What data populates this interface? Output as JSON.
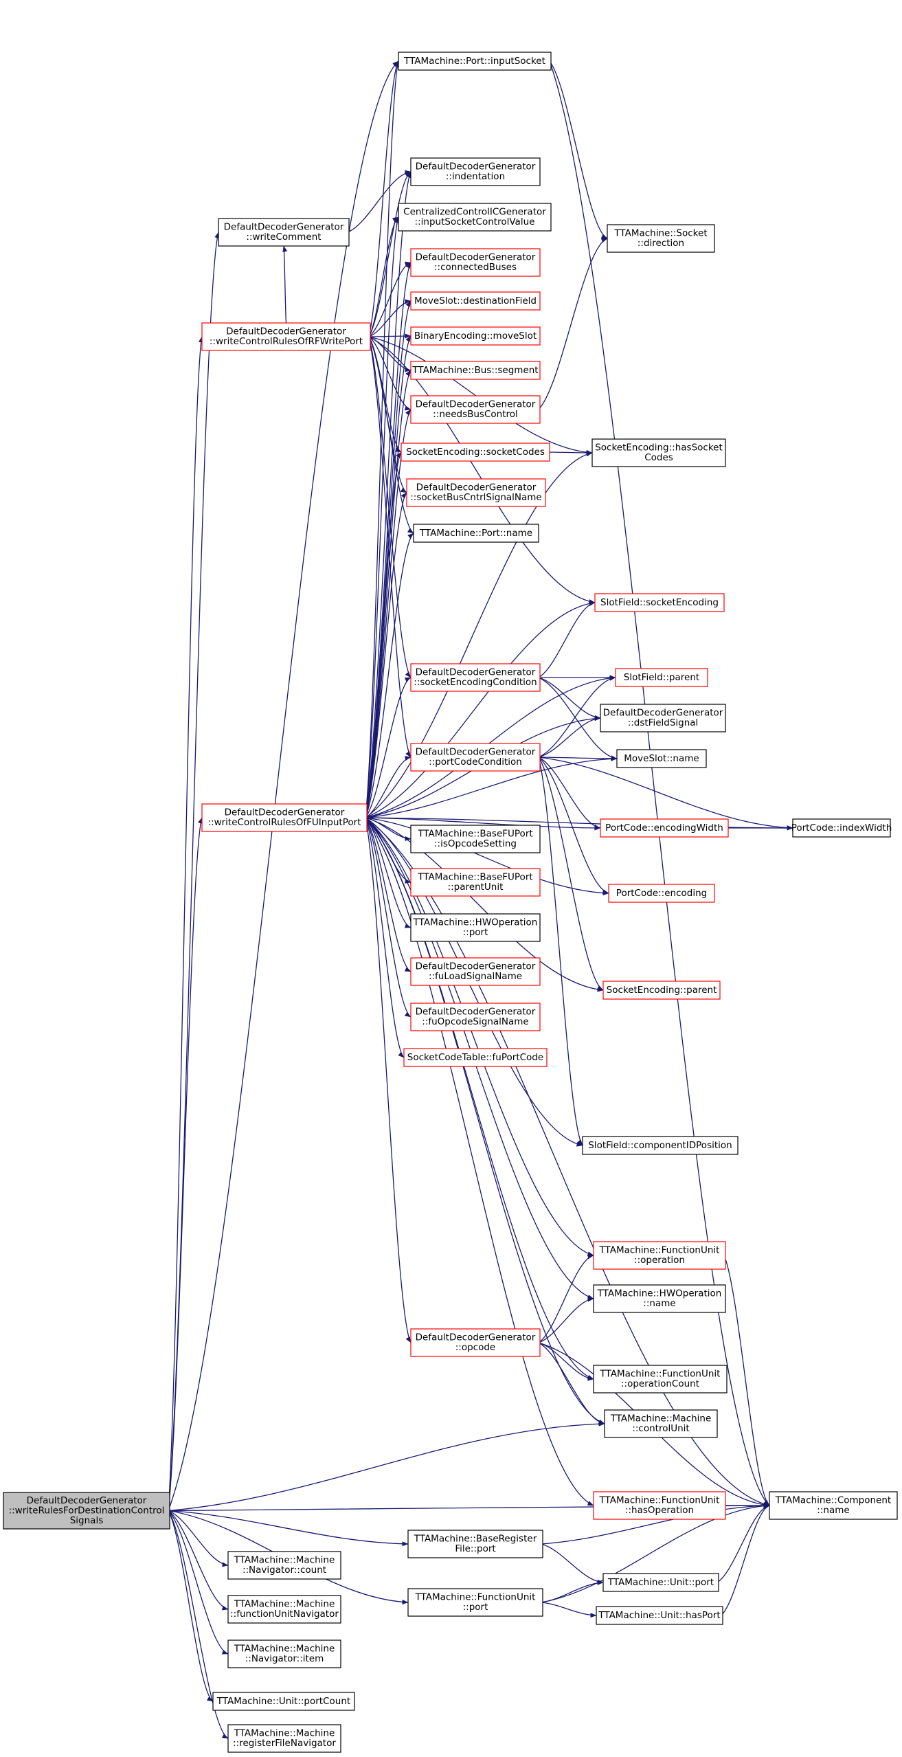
{
  "colors": {
    "edge": "#191970",
    "border_normal": "#000000",
    "border_truncated": "#ff0000",
    "root_fill": "#bfbfbf",
    "node_fill": "#ffffff"
  },
  "nodes": [
    {
      "id": "root",
      "lines": [
        "DefaultDecoderGenerator",
        "::writeRulesForDestinationControl",
        "Signals"
      ],
      "kind": "root"
    },
    {
      "id": "inputSocket",
      "lines": [
        "TTAMachine::Port::inputSocket"
      ],
      "kind": "normal"
    },
    {
      "id": "indentation",
      "lines": [
        "DefaultDecoderGenerator",
        "::indentation"
      ],
      "kind": "normal"
    },
    {
      "id": "writeComment",
      "lines": [
        "DefaultDecoderGenerator",
        "::writeComment"
      ],
      "kind": "normal"
    },
    {
      "id": "inputSocketCV",
      "lines": [
        "CentralizedControlICGenerator",
        "::inputSocketControlValue"
      ],
      "kind": "normal"
    },
    {
      "id": "connectedBuses",
      "lines": [
        "DefaultDecoderGenerator",
        "::connectedBuses"
      ],
      "kind": "truncated"
    },
    {
      "id": "socketDirection",
      "lines": [
        "TTAMachine::Socket",
        "::direction"
      ],
      "kind": "normal"
    },
    {
      "id": "destField",
      "lines": [
        "MoveSlot::destinationField"
      ],
      "kind": "truncated"
    },
    {
      "id": "wcrRF",
      "lines": [
        "DefaultDecoderGenerator",
        "::writeControlRulesOfRFWritePort"
      ],
      "kind": "truncated"
    },
    {
      "id": "moveSlot",
      "lines": [
        "BinaryEncoding::moveSlot"
      ],
      "kind": "truncated"
    },
    {
      "id": "busSegment",
      "lines": [
        "TTAMachine::Bus::segment"
      ],
      "kind": "truncated"
    },
    {
      "id": "needsBus",
      "lines": [
        "DefaultDecoderGenerator",
        "::needsBusControl"
      ],
      "kind": "truncated"
    },
    {
      "id": "socketCodes",
      "lines": [
        "SocketEncoding::socketCodes"
      ],
      "kind": "truncated"
    },
    {
      "id": "hasSocketCodes",
      "lines": [
        "SocketEncoding::hasSocket",
        "Codes"
      ],
      "kind": "normal"
    },
    {
      "id": "socketBusSig",
      "lines": [
        "DefaultDecoderGenerator",
        "::socketBusCntrlSignalName"
      ],
      "kind": "truncated"
    },
    {
      "id": "portName",
      "lines": [
        "TTAMachine::Port::name"
      ],
      "kind": "normal"
    },
    {
      "id": "slotSocketEnc",
      "lines": [
        "SlotField::socketEncoding"
      ],
      "kind": "truncated"
    },
    {
      "id": "sockEncCond",
      "lines": [
        "DefaultDecoderGenerator",
        "::socketEncodingCondition"
      ],
      "kind": "truncated"
    },
    {
      "id": "slotParent",
      "lines": [
        "SlotField::parent"
      ],
      "kind": "truncated"
    },
    {
      "id": "dstFieldSignal",
      "lines": [
        "DefaultDecoderGenerator",
        "::dstFieldSignal"
      ],
      "kind": "normal"
    },
    {
      "id": "portCodeCond",
      "lines": [
        "DefaultDecoderGenerator",
        "::portCodeCondition"
      ],
      "kind": "truncated"
    },
    {
      "id": "moveSlotName",
      "lines": [
        "MoveSlot::name"
      ],
      "kind": "normal"
    },
    {
      "id": "wcrFU",
      "lines": [
        "DefaultDecoderGenerator",
        "::writeControlRulesOfFUInputPort"
      ],
      "kind": "truncated"
    },
    {
      "id": "encWidth",
      "lines": [
        "PortCode::encodingWidth"
      ],
      "kind": "truncated"
    },
    {
      "id": "indexWidth",
      "lines": [
        "PortCode::indexWidth"
      ],
      "kind": "normal"
    },
    {
      "id": "isOpcodeSetting",
      "lines": [
        "TTAMachine::BaseFUPort",
        "::isOpcodeSetting"
      ],
      "kind": "normal"
    },
    {
      "id": "parentUnit",
      "lines": [
        "TTAMachine::BaseFUPort",
        "::parentUnit"
      ],
      "kind": "truncated"
    },
    {
      "id": "portCodeEnc",
      "lines": [
        "PortCode::encoding"
      ],
      "kind": "truncated"
    },
    {
      "id": "hwOpPort",
      "lines": [
        "TTAMachine::HWOperation",
        "::port"
      ],
      "kind": "normal"
    },
    {
      "id": "fuLoadSig",
      "lines": [
        "DefaultDecoderGenerator",
        "::fuLoadSignalName"
      ],
      "kind": "truncated"
    },
    {
      "id": "sockEncParent",
      "lines": [
        "SocketEncoding::parent"
      ],
      "kind": "truncated"
    },
    {
      "id": "fuOpcodeSig",
      "lines": [
        "DefaultDecoderGenerator",
        "::fuOpcodeSignalName"
      ],
      "kind": "truncated"
    },
    {
      "id": "fuPortCode",
      "lines": [
        "SocketCodeTable::fuPortCode"
      ],
      "kind": "truncated"
    },
    {
      "id": "compIDPos",
      "lines": [
        "SlotField::componentIDPosition"
      ],
      "kind": "normal"
    },
    {
      "id": "fuOperation",
      "lines": [
        "TTAMachine::FunctionUnit",
        "::operation"
      ],
      "kind": "truncated"
    },
    {
      "id": "hwOpName",
      "lines": [
        "TTAMachine::HWOperation",
        "::name"
      ],
      "kind": "normal"
    },
    {
      "id": "opcode",
      "lines": [
        "DefaultDecoderGenerator",
        "::opcode"
      ],
      "kind": "truncated"
    },
    {
      "id": "opCount",
      "lines": [
        "TTAMachine::FunctionUnit",
        "::operationCount"
      ],
      "kind": "normal"
    },
    {
      "id": "controlUnit",
      "lines": [
        "TTAMachine::Machine",
        "::controlUnit"
      ],
      "kind": "normal"
    },
    {
      "id": "hasOperation",
      "lines": [
        "TTAMachine::FunctionUnit",
        "::hasOperation"
      ],
      "kind": "truncated"
    },
    {
      "id": "compName",
      "lines": [
        "TTAMachine::Component",
        "::name"
      ],
      "kind": "normal"
    },
    {
      "id": "brfPort",
      "lines": [
        "TTAMachine::BaseRegister",
        "File::port"
      ],
      "kind": "normal"
    },
    {
      "id": "navCount",
      "lines": [
        "TTAMachine::Machine",
        "::Navigator::count"
      ],
      "kind": "normal"
    },
    {
      "id": "unitPort",
      "lines": [
        "TTAMachine::Unit::port"
      ],
      "kind": "normal"
    },
    {
      "id": "fuPort",
      "lines": [
        "TTAMachine::FunctionUnit",
        "::port"
      ],
      "kind": "normal"
    },
    {
      "id": "funcUnitNav",
      "lines": [
        "TTAMachine::Machine",
        "::functionUnitNavigator"
      ],
      "kind": "normal"
    },
    {
      "id": "unitHasPort",
      "lines": [
        "TTAMachine::Unit::hasPort"
      ],
      "kind": "normal"
    },
    {
      "id": "navItem",
      "lines": [
        "TTAMachine::Machine",
        "::Navigator::item"
      ],
      "kind": "normal"
    },
    {
      "id": "portCount",
      "lines": [
        "TTAMachine::Unit::portCount"
      ],
      "kind": "normal"
    },
    {
      "id": "regFileNav",
      "lines": [
        "TTAMachine::Machine",
        "::registerFileNavigator"
      ],
      "kind": "normal"
    }
  ],
  "edges": [
    [
      "root",
      "wcrRF"
    ],
    [
      "root",
      "wcrFU"
    ],
    [
      "root",
      "writeComment"
    ],
    [
      "root",
      "inputSocket"
    ],
    [
      "root",
      "compName"
    ],
    [
      "root",
      "controlUnit"
    ],
    [
      "root",
      "brfPort"
    ],
    [
      "root",
      "fuPort"
    ],
    [
      "root",
      "navCount"
    ],
    [
      "root",
      "funcUnitNav"
    ],
    [
      "root",
      "navItem"
    ],
    [
      "root",
      "portCount"
    ],
    [
      "root",
      "regFileNav"
    ],
    [
      "writeComment",
      "indentation"
    ],
    [
      "wcrRF",
      "writeComment"
    ],
    [
      "wcrRF",
      "inputSocket"
    ],
    [
      "wcrRF",
      "indentation"
    ],
    [
      "wcrRF",
      "inputSocketCV"
    ],
    [
      "wcrRF",
      "connectedBuses"
    ],
    [
      "wcrRF",
      "destField"
    ],
    [
      "wcrRF",
      "moveSlot"
    ],
    [
      "wcrRF",
      "busSegment"
    ],
    [
      "wcrRF",
      "needsBus"
    ],
    [
      "wcrRF",
      "socketCodes"
    ],
    [
      "wcrRF",
      "socketBusSig"
    ],
    [
      "wcrRF",
      "portName"
    ],
    [
      "wcrRF",
      "sockEncCond"
    ],
    [
      "wcrRF",
      "portCodeCond"
    ],
    [
      "wcrRF",
      "slotSocketEnc"
    ],
    [
      "wcrRF",
      "hasSocketCodes"
    ],
    [
      "inputSocket",
      "socketDirection"
    ],
    [
      "needsBus",
      "socketDirection"
    ],
    [
      "socketCodes",
      "hasSocketCodes"
    ],
    [
      "wcrFU",
      "inputSocket"
    ],
    [
      "wcrFU",
      "indentation"
    ],
    [
      "wcrFU",
      "inputSocketCV"
    ],
    [
      "wcrFU",
      "connectedBuses"
    ],
    [
      "wcrFU",
      "destField"
    ],
    [
      "wcrFU",
      "moveSlot"
    ],
    [
      "wcrFU",
      "busSegment"
    ],
    [
      "wcrFU",
      "needsBus"
    ],
    [
      "wcrFU",
      "socketCodes"
    ],
    [
      "wcrFU",
      "socketBusSig"
    ],
    [
      "wcrFU",
      "portName"
    ],
    [
      "wcrFU",
      "hasSocketCodes"
    ],
    [
      "wcrFU",
      "slotSocketEnc"
    ],
    [
      "wcrFU",
      "sockEncCond"
    ],
    [
      "wcrFU",
      "slotParent"
    ],
    [
      "wcrFU",
      "dstFieldSignal"
    ],
    [
      "wcrFU",
      "portCodeCond"
    ],
    [
      "wcrFU",
      "encWidth"
    ],
    [
      "wcrFU",
      "isOpcodeSetting"
    ],
    [
      "wcrFU",
      "parentUnit"
    ],
    [
      "wcrFU",
      "hwOpPort"
    ],
    [
      "wcrFU",
      "fuLoadSig"
    ],
    [
      "wcrFU",
      "fuOpcodeSig"
    ],
    [
      "wcrFU",
      "fuPortCode"
    ],
    [
      "wcrFU",
      "moveSlotName"
    ],
    [
      "wcrFU",
      "portCodeEnc"
    ],
    [
      "wcrFU",
      "sockEncParent"
    ],
    [
      "wcrFU",
      "compIDPos"
    ],
    [
      "wcrFU",
      "indexWidth"
    ],
    [
      "wcrFU",
      "fuOperation"
    ],
    [
      "wcrFU",
      "hwOpName"
    ],
    [
      "wcrFU",
      "opcode"
    ],
    [
      "wcrFU",
      "opCount"
    ],
    [
      "wcrFU",
      "controlUnit"
    ],
    [
      "wcrFU",
      "hasOperation"
    ],
    [
      "wcrFU",
      "compName"
    ],
    [
      "sockEncCond",
      "slotSocketEnc"
    ],
    [
      "sockEncCond",
      "slotParent"
    ],
    [
      "sockEncCond",
      "dstFieldSignal"
    ],
    [
      "sockEncCond",
      "moveSlotName"
    ],
    [
      "portCodeCond",
      "slotParent"
    ],
    [
      "portCodeCond",
      "dstFieldSignal"
    ],
    [
      "portCodeCond",
      "moveSlotName"
    ],
    [
      "portCodeCond",
      "encWidth"
    ],
    [
      "portCodeCond",
      "indexWidth"
    ],
    [
      "portCodeCond",
      "portCodeEnc"
    ],
    [
      "portCodeCond",
      "sockEncParent"
    ],
    [
      "portCodeCond",
      "compIDPos"
    ],
    [
      "encWidth",
      "indexWidth"
    ],
    [
      "opcode",
      "fuOperation"
    ],
    [
      "opcode",
      "hwOpName"
    ],
    [
      "opcode",
      "opCount"
    ],
    [
      "opcode",
      "controlUnit"
    ],
    [
      "opcode",
      "compName"
    ],
    [
      "fuOperation",
      "compName"
    ],
    [
      "hasOperation",
      "compName"
    ],
    [
      "brfPort",
      "compName"
    ],
    [
      "brfPort",
      "unitPort"
    ],
    [
      "fuPort",
      "unitPort"
    ],
    [
      "fuPort",
      "unitHasPort"
    ],
    [
      "fuPort",
      "compName"
    ],
    [
      "unitPort",
      "compName"
    ],
    [
      "unitHasPort",
      "compName"
    ],
    [
      "inputSocket",
      "compName"
    ]
  ]
}
